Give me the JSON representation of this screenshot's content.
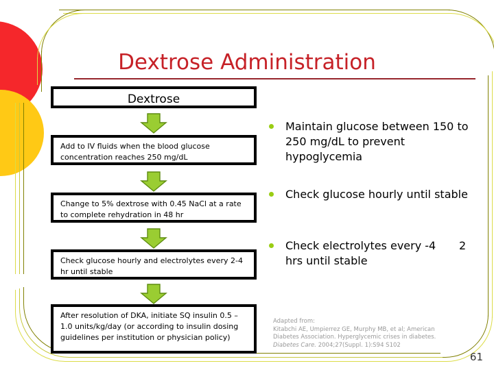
{
  "slide": {
    "title": "Dextrose Administration",
    "page_number": "61",
    "accent_colors": {
      "title_red": "#C62127",
      "rule_red": "#96242B",
      "circle_red": "#F5272B",
      "circle_orange": "#FA5C0A",
      "circle_yellow": "#FFC915",
      "arrow_green_fill": "#9ACD32",
      "arrow_green_stroke": "#5E8C10",
      "bullet_green": "#9ACD13",
      "border_olive": "#808000",
      "border_yellow": "#DCDC46",
      "box_border": "#000000"
    }
  },
  "flowchart": {
    "header": "Dextrose",
    "steps": [
      "Add  to IV fluids when the blood glucose concentration reaches 250 mg/dL",
      "Change to 5% dextrose with 0.45 NaCl at a rate to complete rehydration in 48 hr",
      "Check glucose  hourly and electrolytes every 2-4 hr until stable",
      "After resolution of DKA, initiate SQ insulin 0.5 – 1.0 units/kg/day (or according to insulin dosing guidelines per institution or physician policy)"
    ],
    "arrow_icon": "arrow-down-icon"
  },
  "bullets": [
    {
      "text": "Maintain glucose between 150 to 250 mg/dL to prevent hypoglycemia",
      "trailing": ""
    },
    {
      "text": "Check glucose hourly until stable",
      "trailing": ""
    },
    {
      "text": "Check electrolytes every -4 hrs until stable",
      "trailing": "2"
    }
  ],
  "citation": {
    "line1": "Adapted from:",
    "line2": "Kitabchi AE, Umpierrez GE, Murphy MB, et al; American",
    "line3": "Diabetes Association. Hyperglycemic crises in diabetes.",
    "line4_italic": "Diabetes Care.",
    "line4_rest": " 2004;27(Suppl. 1):S94 S102"
  }
}
